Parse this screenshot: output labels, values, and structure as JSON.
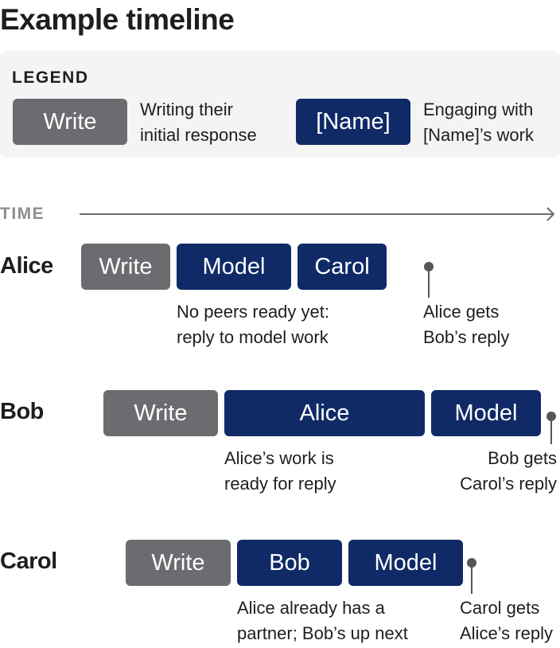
{
  "title": "Example timeline",
  "legend": {
    "heading": "LEGEND",
    "write_chip": "Write",
    "write_desc_1": "Writing their",
    "write_desc_2": "initial response",
    "name_chip": "[Name]",
    "name_desc_1": "Engaging with",
    "name_desc_2": "[Name]’s work"
  },
  "time_label": "TIME",
  "rows": [
    {
      "name": "Alice",
      "blocks": [
        "Write",
        "Model",
        "Carol"
      ],
      "note_1": "No peers ready yet:",
      "note_2": "reply to model work",
      "event_1": "Alice gets",
      "event_2": "Bob’s reply"
    },
    {
      "name": "Bob",
      "blocks": [
        "Write",
        "Alice",
        "Model"
      ],
      "note_1": "Alice’s work is",
      "note_2": "ready for reply",
      "event_1": "Bob gets",
      "event_2": "Carol’s reply"
    },
    {
      "name": "Carol",
      "blocks": [
        "Write",
        "Bob",
        "Model"
      ],
      "note_1": "Alice already has a",
      "note_2": "partner; Bob’s up next",
      "event_1": "Carol gets",
      "event_2": "Alice’s reply"
    }
  ],
  "colors": {
    "write_block": "#6b6c70",
    "name_block": "#0f2a66",
    "legend_bg": "#f4f4f4",
    "time_label": "#8e8e8e"
  }
}
